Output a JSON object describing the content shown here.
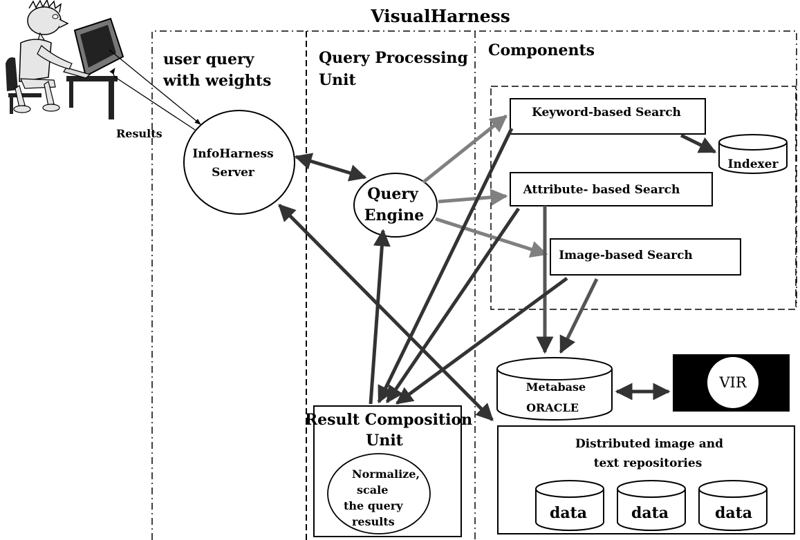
{
  "title": "VisualHarness",
  "columns": {
    "user": {
      "line1": "user query",
      "line2": "with weights"
    },
    "qpu": {
      "line1": "Query Processing",
      "line2": "Unit"
    },
    "components": {
      "label": "Components"
    }
  },
  "results_label": "Results",
  "infoharness": {
    "line1": "InfoHarness",
    "line2": "Server"
  },
  "query_engine": {
    "line1": "Query",
    "line2": "Engine"
  },
  "keyword_search": "Keyword-based Search",
  "attribute_search": "Attribute- based Search",
  "image_search": "Image-based Search",
  "indexer": "Indexer",
  "metabase": {
    "line1": "Metabase",
    "line2": "ORACLE"
  },
  "vir": "VIR",
  "repositories": {
    "line1": "Distributed image and",
    "line2": "text repositories",
    "data_label": "data"
  },
  "rcu": {
    "line1": "Result Composition",
    "line2": "Unit"
  },
  "normalize": {
    "line1": "Normalize,",
    "line2": "scale",
    "line3": "the query",
    "line4": "results"
  },
  "colors": {
    "dark_arrow": "#333333",
    "light_arrow": "#808080",
    "ink": "#000000",
    "background": "#ffffff"
  }
}
